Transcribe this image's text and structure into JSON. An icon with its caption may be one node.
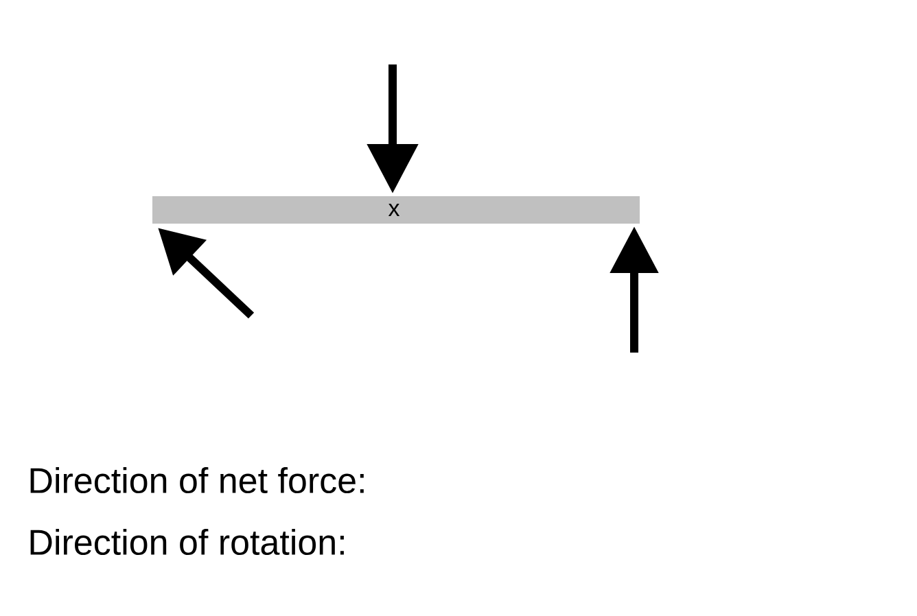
{
  "diagram": {
    "labels": [
      "x",
      "Direction of net force:",
      "Direction of rotation:"
    ]
  }
}
